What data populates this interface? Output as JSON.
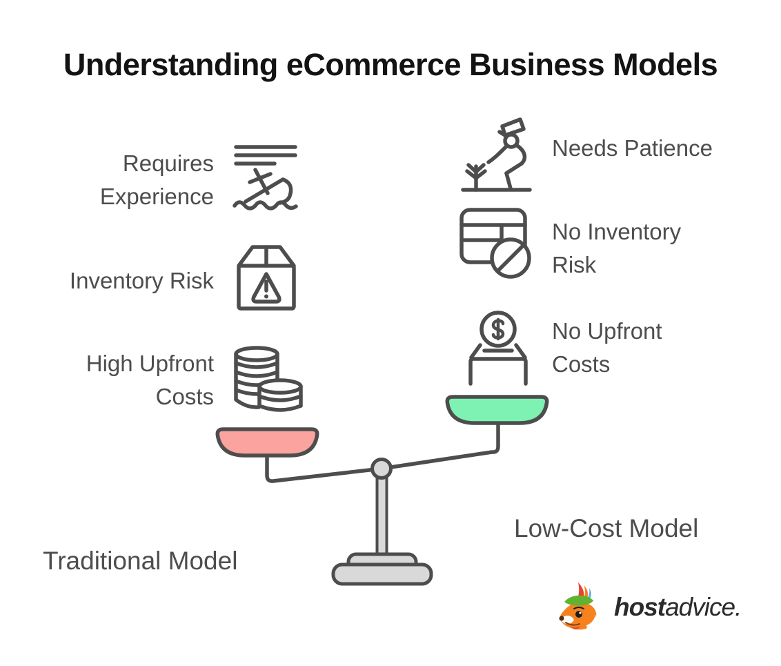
{
  "title": "Understanding eCommerce Business Models",
  "left_column": {
    "model_label": "Traditional Model",
    "items": [
      {
        "icon": "sinking-ship-icon",
        "lines": [
          "Requires",
          "Experience"
        ]
      },
      {
        "icon": "warning-box-icon",
        "lines": [
          "Inventory Risk"
        ]
      },
      {
        "icon": "coin-stacks-icon",
        "lines": [
          "High Upfront",
          "Costs"
        ]
      }
    ]
  },
  "right_column": {
    "model_label": "Low-Cost Model",
    "items": [
      {
        "icon": "farmer-planting-icon",
        "lines": [
          "Needs Patience"
        ]
      },
      {
        "icon": "no-inventory-table-icon",
        "lines": [
          "No Inventory",
          "Risk"
        ]
      },
      {
        "icon": "donation-box-icon",
        "lines": [
          "No Upfront",
          "Costs"
        ]
      }
    ]
  },
  "scale": {
    "icon": "balance-scale-icon",
    "left_pan_color": "#FBA39E",
    "right_pan_color": "#7DF2B2",
    "stand_color": "#D9D9D9",
    "outline_color": "#4D4D4D"
  },
  "branding": {
    "mark_icon": "fox-mascot-icon",
    "logo_bold": "host",
    "logo_regular": "advice."
  },
  "colors": {
    "text_gray": "#4D4D4D",
    "title_black": "#131313",
    "background": "#FFFFFF"
  }
}
